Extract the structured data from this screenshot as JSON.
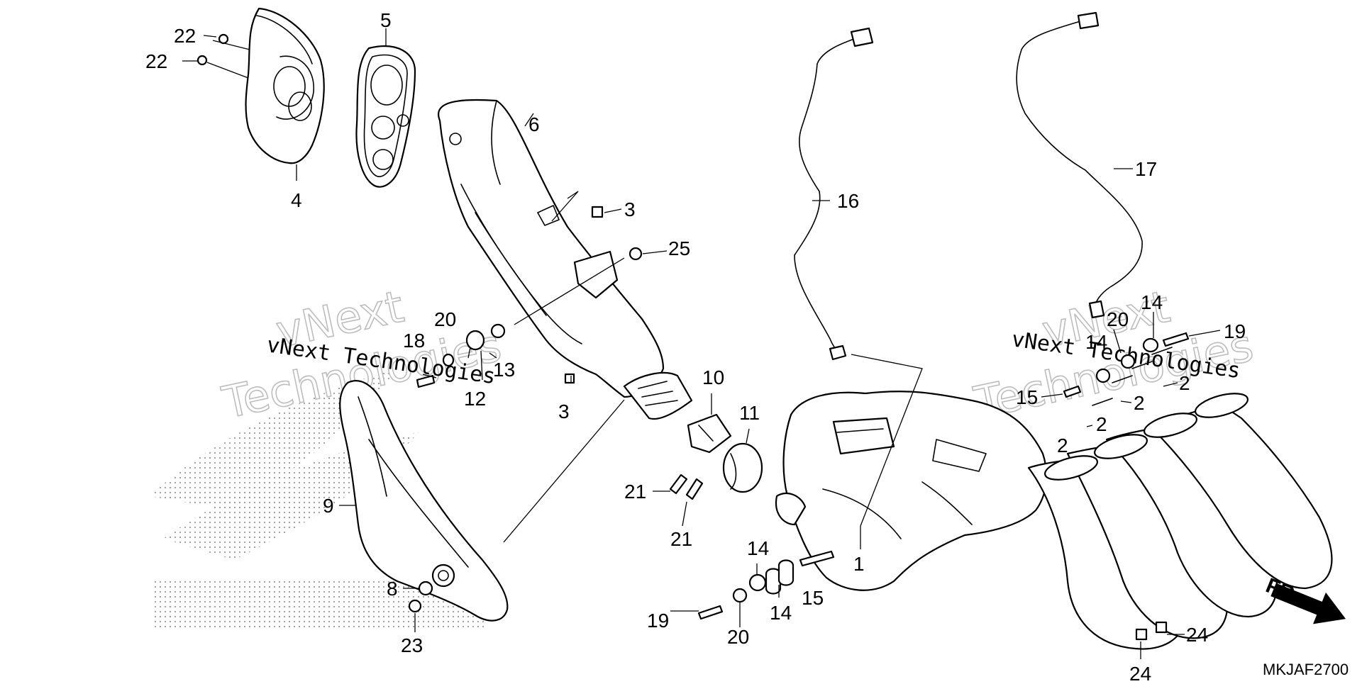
{
  "diagram": {
    "callouts": [
      {
        "id": "c22a",
        "text": "22"
      },
      {
        "id": "c22b",
        "text": "22"
      },
      {
        "id": "c4",
        "text": "4"
      },
      {
        "id": "c5",
        "text": "5"
      },
      {
        "id": "c6",
        "text": "6"
      },
      {
        "id": "c3a",
        "text": "3"
      },
      {
        "id": "c25",
        "text": "25"
      },
      {
        "id": "c3b",
        "text": "3"
      },
      {
        "id": "c20a",
        "text": "20"
      },
      {
        "id": "c18",
        "text": "18"
      },
      {
        "id": "c13",
        "text": "13"
      },
      {
        "id": "c12",
        "text": "12"
      },
      {
        "id": "c9",
        "text": "9"
      },
      {
        "id": "c8",
        "text": "8"
      },
      {
        "id": "c23",
        "text": "23"
      },
      {
        "id": "c10",
        "text": "10"
      },
      {
        "id": "c11",
        "text": "11"
      },
      {
        "id": "c21a",
        "text": "21"
      },
      {
        "id": "c21b",
        "text": "21"
      },
      {
        "id": "c16",
        "text": "16"
      },
      {
        "id": "c17",
        "text": "17"
      },
      {
        "id": "c14a",
        "text": "14"
      },
      {
        "id": "c14b",
        "text": "14"
      },
      {
        "id": "c15a",
        "text": "15"
      },
      {
        "id": "c1",
        "text": "1"
      },
      {
        "id": "c19a",
        "text": "19"
      },
      {
        "id": "c20b",
        "text": "20"
      },
      {
        "id": "c14c",
        "text": "14"
      },
      {
        "id": "c20c",
        "text": "20"
      },
      {
        "id": "c14d",
        "text": "14"
      },
      {
        "id": "c19b",
        "text": "19"
      },
      {
        "id": "c15b",
        "text": "15"
      },
      {
        "id": "c2a",
        "text": "2"
      },
      {
        "id": "c2b",
        "text": "2"
      },
      {
        "id": "c2c",
        "text": "2"
      },
      {
        "id": "c2d",
        "text": "2"
      },
      {
        "id": "c24a",
        "text": "24"
      },
      {
        "id": "c24b",
        "text": "24"
      }
    ],
    "front_marker": "FR.",
    "diagram_code": "MKJAF2700",
    "watermarks": {
      "mono_text": "vNext Technologies",
      "outline_word_1": "vNext",
      "outline_word_2": "Technologies"
    }
  }
}
